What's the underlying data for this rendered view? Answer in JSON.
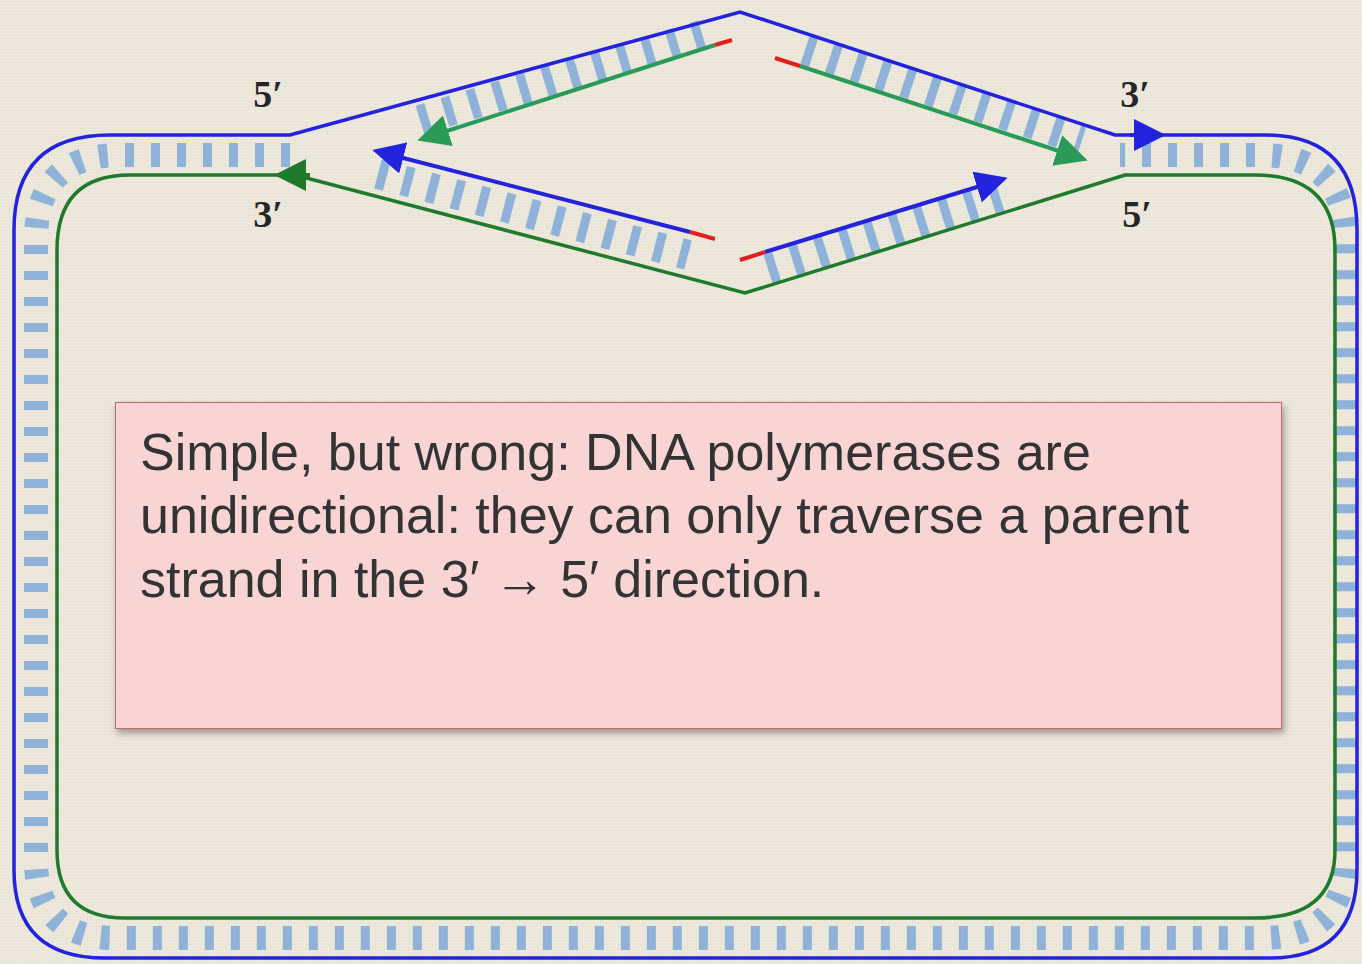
{
  "diagram": {
    "nodes": [
      {
        "text": [
          "Simple, but wrong: DNA polymerases are unidirectional: they can only traverse a parent strand in the 3′ → 5′ direction."
        ]
      }
    ],
    "labels": [
      "5′",
      "3′",
      "3′",
      "5′"
    ]
  }
}
